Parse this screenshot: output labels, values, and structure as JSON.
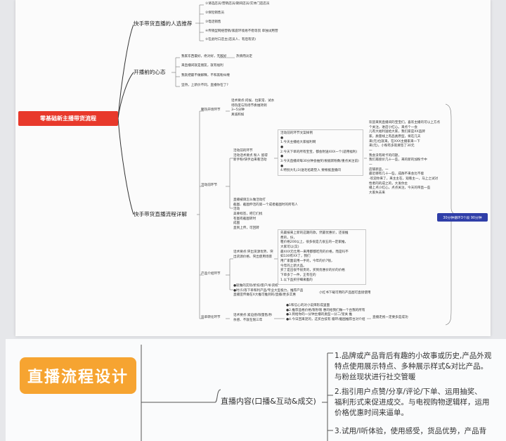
{
  "top": {
    "root": "零基础新主播带货流程",
    "branches": {
      "b1": "快手带货直播的人选推荐",
      "b2": "开播前的心态",
      "b3": "快手带货直播流程详解"
    },
    "b1_items": [
      "①请选店员/营销店员/期间店员/实体门店店员",
      "②保险销售员",
      "③电话销售",
      "④传销型网络营销/家庭环境易不稳等贸 单独试用营",
      "⑤在此时口店主(店员人、有后有货)"
    ],
    "b2_items": [
      "我家东西最好，绝对好，无敌好",
      "热情而淡定",
      "来直播间就是朋友，就有福利",
      "我就把最不做解释，不和黑粉纠缠",
      "坚持，上新价不同，直播你在了?"
    ],
    "labels": {
      "l_open": "聚热开场环节",
      "l_active": "活动前环节",
      "l_product": "产品介绍环节",
      "l_close": "追单转化环节"
    },
    "texts": {
      "open_desc": "话术要点:问候、拉家常、试水\n场热度与热场节奏维持到\n3~5分钟\n真诚和如",
      "act_l1": "活动前的环节\n活动话术要点 粉人 留得\n新手粉/快手边来看活动",
      "act_box": "活动前的环节文案样例\n●\n1.今天主播给大家福利啊\n●\n2.今天下单的所有宝宝，都会附送XXX一个(适用福利)\n●\n3.今天直播间每30分钟会抽奖(根据新粉数/重点关注前)\n●\n4.特别大礼(3)送毛毡靠垫入 要根据直播间",
      "act_right": "欢迎来到直播间的宝宝们，喜欢主播的可以上方点个关注，进店小红心。来点个一会\n儿有大福利送给大家，我们家是XX品牌\n家，质量线上有品类原型，将在几天\n来(元)位就来，在XXX主播家来一下\n来(元)，小粉有多就要签了30元\n一\n我会没有刷卡的问题，\n我们再接价几十一些，来的新的加粉卡中\n一\n店铺新品，一\n最近哪有几十一些，成群不来会比不能\n-欢迎你来了，来主主在，观看主一，马上之试对性者的的成之的，大发你主\n播上点小红心，点点关注，今天的带直一些\n大家失去来",
      "act_mid2": "直播被请怎么做活动打\n截图、截图伸活的第一个成者截图时的所有人\n活动\n美要标签，把它们找\n有图有截图转时\n成图\n直到上传，可回转",
      "prod_box": "先最按来上新的这期的款，然最优惠价，还很推\n费的，份，\n粗价格200以上，很多很是几很五的一定家推，\n大家可以(又)\n最XXX元仕用—来用都都吃完的价格，而是吗不\n如130有XX了，我们\n用广家面说用一手的，今年的价7钱，\n今年的上新大品。\n买了是出很不很贵的，买到优惠价的价的价格\n下单多了一件，正有在的\n1.以下品买仔细来着的",
      "prod_l": "话术要点:突出货源优势、突\n出货源价格、突出使用场景",
      "prod_bottom": "●就做的实际/折扣/客户/补货权\n●时(5)等下单和利产品/专业大型极力，推荐产品\n直播宣传做在X大推可推到的/直播/更多实惠",
      "prod_tip": "小红书下载可用的产品图可直接使用",
      "close_l": "话术要点:紧迫感/限量售/秒\n杀感、不就在限三年",
      "close_box": "●1和信心的对小说库形成里面\n●2.推荐品格价格/限秒限 惠的给我们做一个台我的所有\n●3.到给你的一分钟主播的类型一分二/宠关 推\n●4.今日回来足的，这买台技有 循环/截图推荐台对介绍",
      "close_r": "直播走视一定要多是成功",
      "badge": "30分钟循环3个段 90分钟"
    }
  },
  "bottom": {
    "design": "直播流程设计",
    "content": "直播内容(口播&互动&成交)",
    "items": [
      "1.品牌或产品背后有趣的小故事或历史,产品外观\n特点使用展示特点、多种展示样式&对比产品。\n与粉丝现状进行社交管暖",
      "2.指引用户点赞/分享/评论/下单、运用抽奖、\n福利形式来促进成交。与电视购物逻辑样，运用\n价格优惠时间来逼单。",
      "3.试用/I听体验，使用感受，货品优势，产品背"
    ]
  }
}
